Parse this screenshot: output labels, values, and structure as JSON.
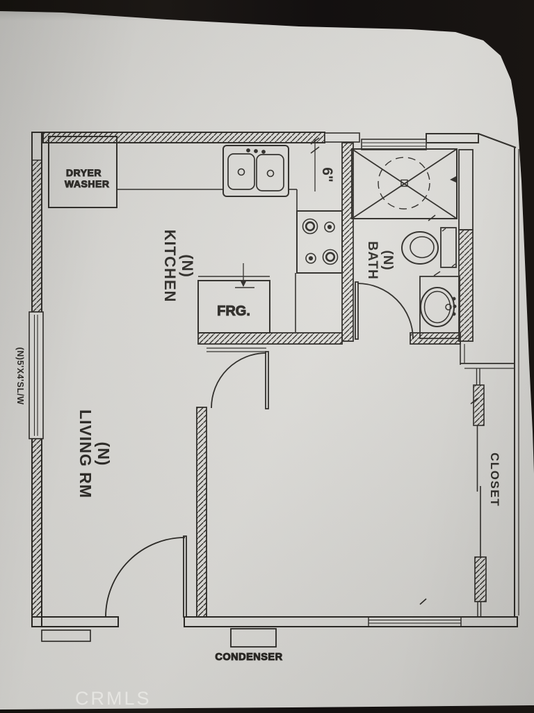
{
  "document": {
    "type": "floor-plan-photo",
    "watermark": "CRMLS"
  },
  "colors": {
    "paper": "#d8d7d3",
    "ink": "#23211d",
    "background": "#18140f",
    "watermark": "rgba(248,248,245,0.55)"
  },
  "rooms": {
    "kitchen": {
      "l1": "(N)",
      "l2": "KITCHEN"
    },
    "bath": {
      "l1": "(N)",
      "l2": "BATH"
    },
    "living": {
      "l1": "(N)",
      "l2": "LIVING RM"
    },
    "closet": {
      "label": "CLOSET"
    }
  },
  "fixtures": {
    "washer_dryer": {
      "l1": "DRYER",
      "l2": "WASHER"
    },
    "fridge": "FRG.",
    "condenser": "CONDENSER"
  },
  "annotations": {
    "wall_dimension": "6\"",
    "window_note": "(N)5'X4'SL/W"
  }
}
